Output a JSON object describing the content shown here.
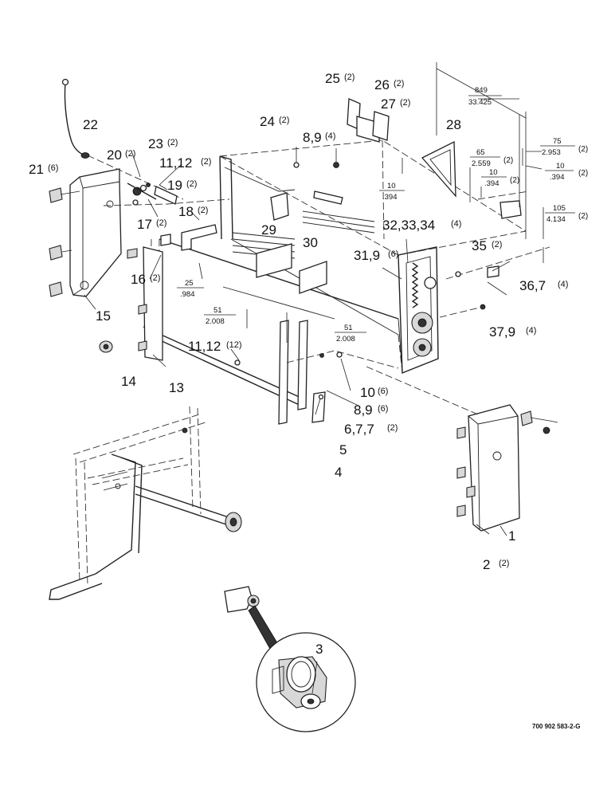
{
  "document_ref": "700 902 583-2-G",
  "callouts": [
    {
      "num": "22",
      "qty": ""
    },
    {
      "num": "21",
      "qty": "(6)"
    },
    {
      "num": "23",
      "qty": "(2)"
    },
    {
      "num": "20",
      "qty": "(2)"
    },
    {
      "num": "11,12",
      "qty": "(2)"
    },
    {
      "num": "19",
      "qty": "(2)"
    },
    {
      "num": "17",
      "qty": "(2)"
    },
    {
      "num": "18",
      "qty": "(2)"
    },
    {
      "num": "16",
      "qty": "(2)"
    },
    {
      "num": "15",
      "qty": ""
    },
    {
      "num": "14",
      "qty": ""
    },
    {
      "num": "13",
      "qty": ""
    },
    {
      "num": "24",
      "qty": "(2)"
    },
    {
      "num": "8,9",
      "qty": "(4)"
    },
    {
      "num": "25",
      "qty": "(2)"
    },
    {
      "num": "26",
      "qty": "(2)"
    },
    {
      "num": "27",
      "qty": "(2)"
    },
    {
      "num": "28",
      "qty": ""
    },
    {
      "num": "29",
      "qty": ""
    },
    {
      "num": "30",
      "qty": ""
    },
    {
      "num": "32,33,34",
      "qty": "(4)"
    },
    {
      "num": "31,9",
      "qty": "(6)"
    },
    {
      "num": "35",
      "qty": "(2)"
    },
    {
      "num": "36,7",
      "qty": "(4)"
    },
    {
      "num": "37,9",
      "qty": "(4)"
    },
    {
      "num": "11,12",
      "qty": "(12)"
    },
    {
      "num": "10",
      "qty": "(6)"
    },
    {
      "num": "8,9",
      "qty": "(6)"
    },
    {
      "num": "6,7,7",
      "qty": "(2)"
    },
    {
      "num": "5",
      "qty": ""
    },
    {
      "num": "4",
      "qty": ""
    },
    {
      "num": "1",
      "qty": ""
    },
    {
      "num": "2",
      "qty": "(2)"
    },
    {
      "num": "3",
      "qty": ""
    }
  ],
  "dimensions": [
    {
      "mm": "849",
      "in": "33.425",
      "qty": ""
    },
    {
      "mm": "75",
      "in": "2.953",
      "qty": "(2)"
    },
    {
      "mm": "10",
      "in": ".394",
      "qty": "(2)"
    },
    {
      "mm": "65",
      "in": "2.559",
      "qty": "(2)"
    },
    {
      "mm": "10",
      "in": ".394",
      "qty": "(2)"
    },
    {
      "mm": "105",
      "in": "4.134",
      "qty": "(2)"
    },
    {
      "mm": "10",
      "in": ".394",
      "qty": ""
    },
    {
      "mm": "25",
      "in": ".984",
      "qty": ""
    },
    {
      "mm": "51",
      "in": "2.008",
      "qty": ""
    },
    {
      "mm": "51",
      "in": "2.008",
      "qty": ""
    }
  ]
}
